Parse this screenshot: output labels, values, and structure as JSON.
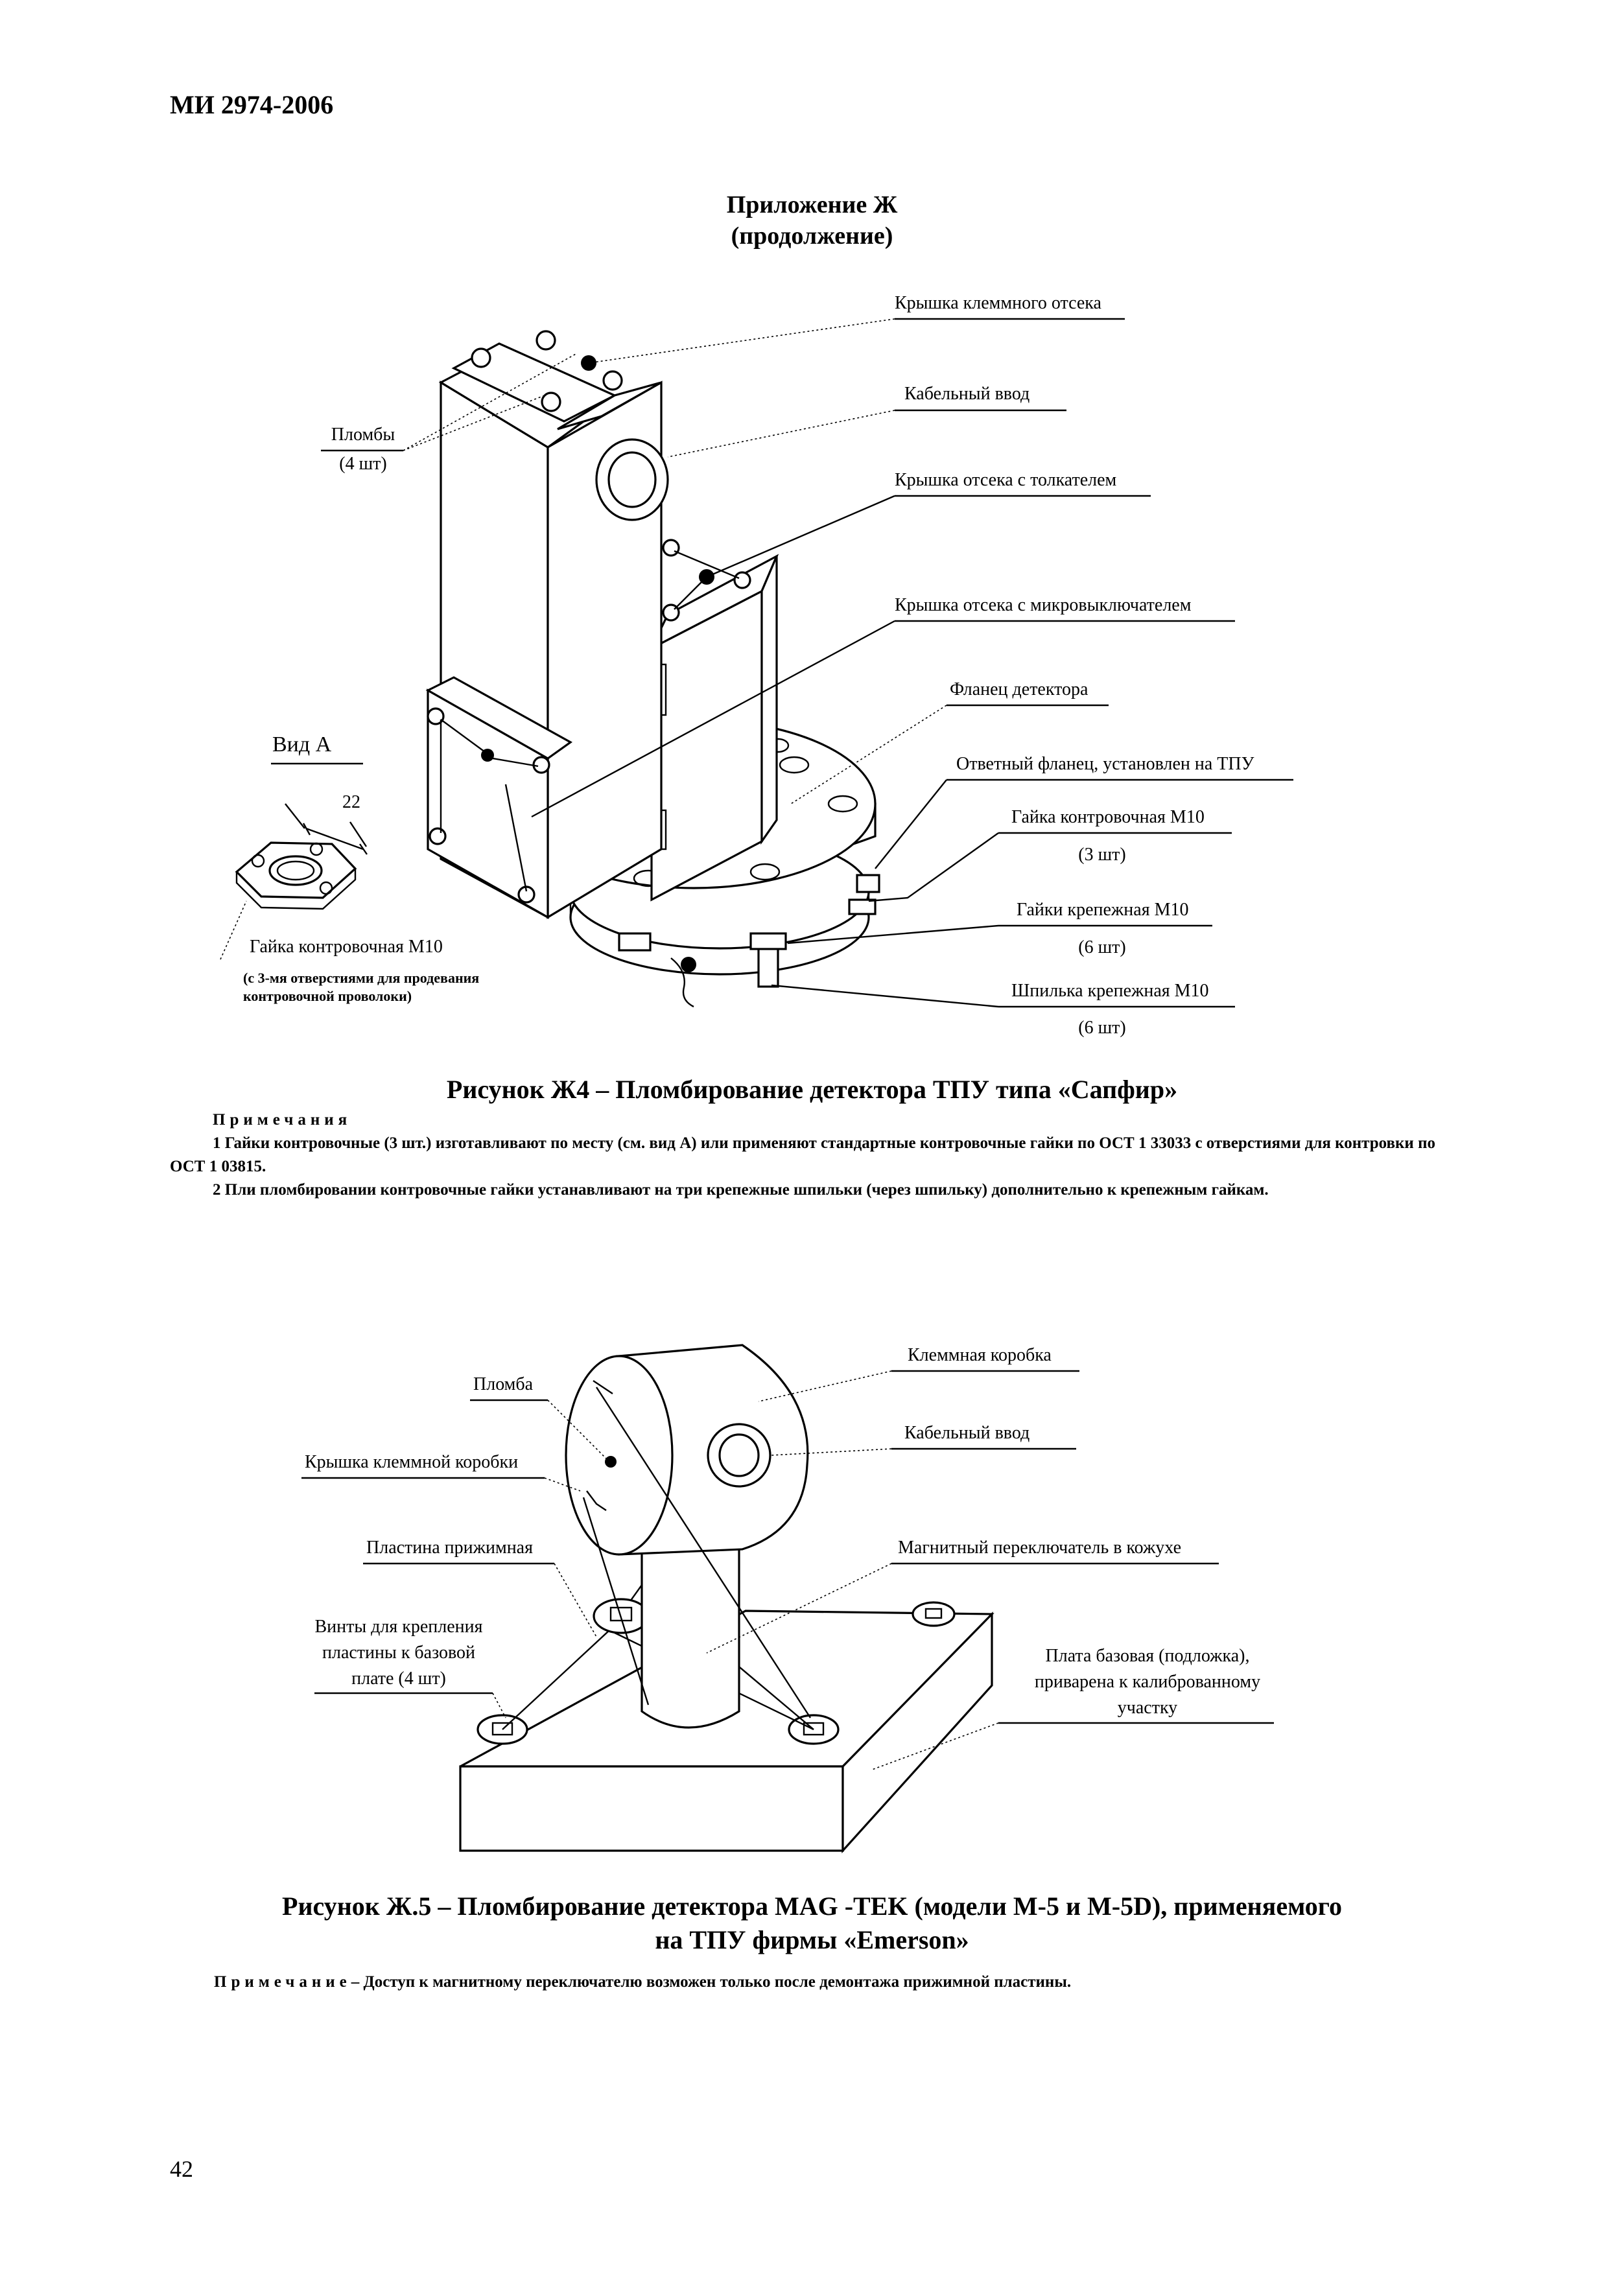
{
  "header": {
    "doc_code": "МИ 2974-2006"
  },
  "appendix": {
    "title": "Приложение Ж",
    "subtitle": "(продолжение)"
  },
  "figure4": {
    "labels": {
      "terminal_cover": "Крышка клеммного отсека",
      "cable_entry": "Кабельный ввод",
      "seals": "Пломбы",
      "seals_count": "(4 шт)",
      "pusher_cover": "Крышка отсека с толкателем",
      "microswitch_cover": "Крышка отсека с микровыключателем",
      "detector_flange": "Фланец детектора",
      "counter_flange": "Ответный фланец, установлен на ТПУ",
      "view_a": "Вид А",
      "dim_22": "22",
      "lock_nut": "Гайка контровочная М10",
      "lock_nut_count": "(3 шт)",
      "fix_nuts": "Гайки крепежная М10",
      "fix_nuts_count": "(6 шт)",
      "lock_nut_view": "Гайка контровочная М10",
      "lock_nut_note": "(с 3-мя отверстиями для продевания контровочной проволоки)",
      "stud": "Шпилька крепежная М10",
      "stud_count": "(6 шт)"
    },
    "caption": "Рисунок Ж4 – Пломбирование детектора ТПУ типа «Сапфир»",
    "notes_title": "Примечания",
    "notes": [
      "1 Гайки контровочные  (3 шт.)  изготавливают по месту (см. вид А) или применяют стандартные контровочные гайки по ОСТ 1 33033 с отверстиями для  контровки по ОСТ 1 03815.",
      "2 Пли пломбировании контровочные гайки устанавливают  на три крепежные шпильки (через шпильку)  дополнительно к крепежным гайкам."
    ]
  },
  "figure5": {
    "labels": {
      "terminal_box": "Клеммная коробка",
      "seal": "Пломба",
      "cable_entry": "Кабельный ввод",
      "box_cover": "Крышка клеммной коробки",
      "clamp_plate": "Пластина прижимная",
      "magnetic_switch": "Магнитный переключатель в кожухе",
      "screws": "Винты для крепления пластины к базовой плате (4 шт)",
      "base_plate": "Плата базовая (подложка), приварена к калиброванному участку"
    },
    "caption_line1": "Рисунок Ж.5 – Пломбирование детектора MAG -TEK (модели М-5 и М-5D),  применяемого",
    "caption_line2": "на ТПУ  фирмы «Emerson»",
    "note_title": "Примечание",
    "note_text": "– Доступ к магнитному переключателю возможен только после демонтажа прижимной пластины."
  },
  "footer": {
    "page_number": "42"
  }
}
